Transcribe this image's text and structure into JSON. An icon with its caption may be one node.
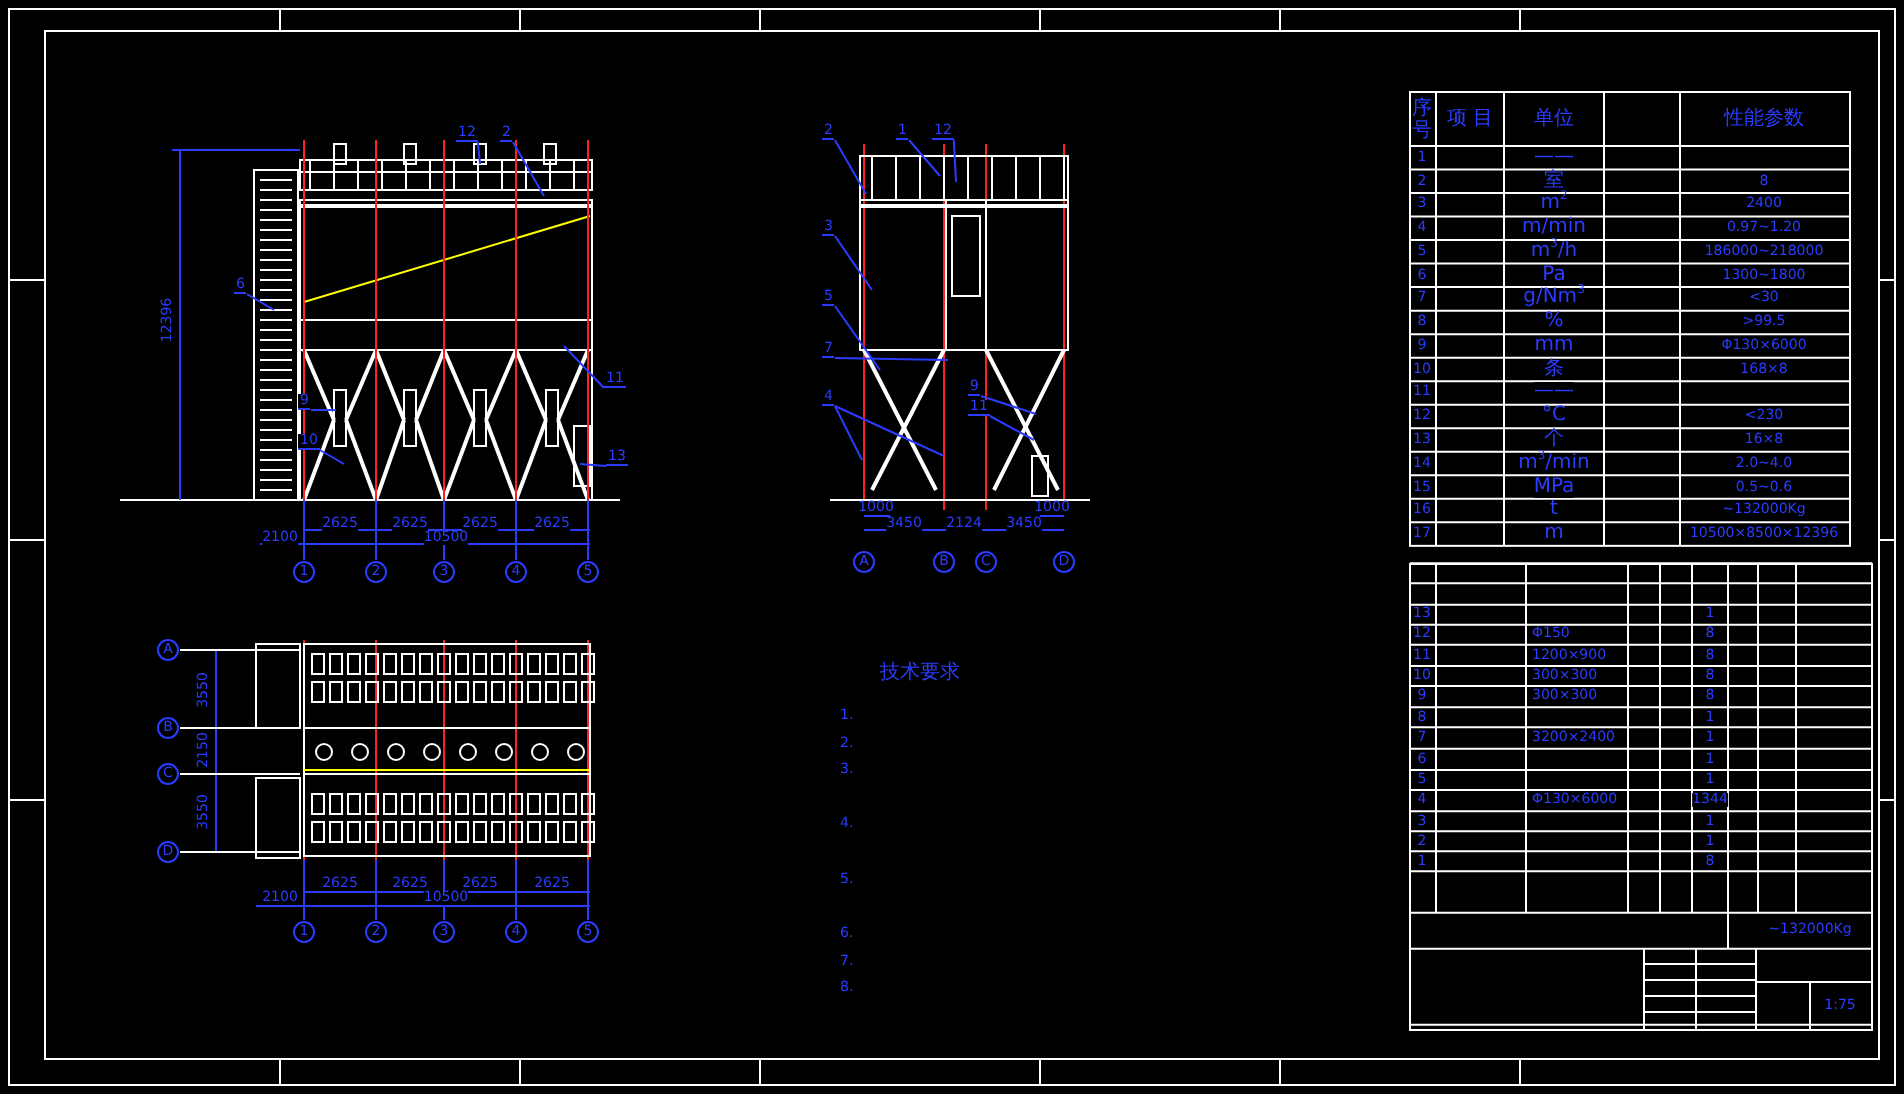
{
  "diagram": {
    "nodes": [
      {
        "text": [
          "12"
        ]
      },
      {
        "text": [
          "2"
        ]
      },
      {
        "text": [
          "6"
        ]
      },
      {
        "text": [
          "11"
        ]
      },
      {
        "text": [
          "9"
        ]
      },
      {
        "text": [
          "10"
        ]
      },
      {
        "text": [
          "13"
        ]
      },
      {
        "text": [
          "2"
        ]
      },
      {
        "text": [
          "1"
        ]
      },
      {
        "text": [
          "12"
        ]
      },
      {
        "text": [
          "3"
        ]
      },
      {
        "text": [
          "5"
        ]
      },
      {
        "text": [
          "7"
        ]
      },
      {
        "text": [
          "4"
        ]
      },
      {
        "text": [
          "9"
        ]
      },
      {
        "text": [
          "11"
        ]
      }
    ],
    "edges": [
      {
        "from": 0,
        "to": null,
        "arrow": "none"
      },
      {
        "from": 1,
        "to": null,
        "arrow": "none"
      },
      {
        "from": 2,
        "to": null,
        "arrow": "none"
      },
      {
        "from": 3,
        "to": null,
        "arrow": "none"
      },
      {
        "from": 4,
        "to": null,
        "arrow": "none"
      },
      {
        "from": 5,
        "to": null,
        "arrow": "none"
      },
      {
        "from": 6,
        "to": null,
        "arrow": "none"
      },
      {
        "from": 7,
        "to": null,
        "arrow": "none"
      },
      {
        "from": 8,
        "to": null,
        "arrow": "none"
      },
      {
        "from": 9,
        "to": null,
        "arrow": "none"
      },
      {
        "from": 10,
        "to": null,
        "arrow": "none"
      },
      {
        "from": 11,
        "to": null,
        "arrow": "none"
      },
      {
        "from": 12,
        "to": null,
        "arrow": "none"
      },
      {
        "from": 13,
        "to": null,
        "arrow": "none"
      },
      {
        "from": 13,
        "to": null,
        "arrow": "none"
      },
      {
        "from": 14,
        "to": null,
        "arrow": "none"
      },
      {
        "from": 15,
        "to": null,
        "arrow": "none"
      }
    ],
    "labels": [
      "序号",
      "项 目",
      "单位",
      "性能参数",
      "1",
      "——",
      "2",
      "室",
      "8",
      "3",
      "m$^{2}$",
      "2400",
      "4",
      "m/min",
      "0.97~1.20",
      "5",
      "m$^{3}$/h",
      "186000~218000",
      "6",
      "Pa",
      "1300~1800",
      "7",
      "g/Nm$^{3}$",
      "<30",
      "8",
      "%",
      ">99.5",
      "9",
      "mm",
      "Φ130×6000",
      "10",
      "条",
      "168×8",
      "11",
      "——",
      "12",
      "°C",
      "<230",
      "13",
      "个",
      "16×8",
      "14",
      "m$^{3}$/min",
      "2.0~4.0",
      "15",
      "MPa",
      "0.5~0.6",
      "16",
      "t",
      "~132000Kg",
      "17",
      "m",
      "10500×8500×12396",
      "13",
      "1",
      "12",
      "Φ150",
      "8",
      "11",
      "1200×900",
      "8",
      "10",
      "300×300",
      "8",
      "9",
      "300×300",
      "8",
      "8",
      "1",
      "7",
      "3200×2400",
      "1",
      "6",
      "1",
      "5",
      "1",
      "4",
      "Φ130×6000",
      "1344",
      "3",
      "1",
      "2",
      "1",
      "1",
      "8",
      "~132000Kg",
      "1:75",
      "技术要求",
      "1.",
      "2.",
      "3.",
      "4.",
      "5.",
      "6.",
      "7.",
      "8.",
      "1",
      "2",
      "3",
      "4",
      "5",
      "12396",
      "2625",
      "2625",
      "2625",
      "2625",
      "2100",
      "10500",
      "A",
      "B",
      "C",
      "D",
      "1000",
      "3450",
      "2124",
      "3450",
      "1000",
      "A",
      "B",
      "C",
      "D",
      "3550",
      "2150",
      "3550",
      "2625",
      "2625",
      "2625",
      "2625",
      "2100",
      "10500",
      "1",
      "2",
      "3",
      "4",
      "5"
    ]
  }
}
